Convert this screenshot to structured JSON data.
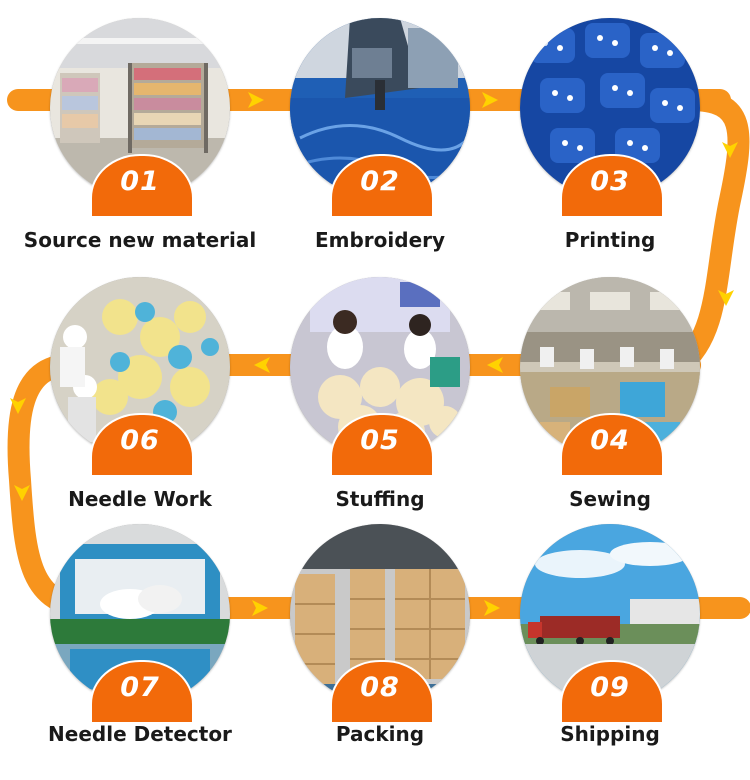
{
  "flow": {
    "accent_color": "#f7941d",
    "badge_color": "#f26a0a",
    "arrow_color": "#ffd200"
  },
  "steps": [
    {
      "number": "01",
      "label": "Source new material",
      "photo": "fabric-warehouse-photo"
    },
    {
      "number": "02",
      "label": "Embroidery",
      "photo": "embroidery-machine-photo"
    },
    {
      "number": "03",
      "label": "Printing",
      "photo": "printed-fabric-pieces-photo"
    },
    {
      "number": "04",
      "label": "Sewing",
      "photo": "sewing-workshop-photo"
    },
    {
      "number": "05",
      "label": "Stuffing",
      "photo": "stuffing-station-photo"
    },
    {
      "number": "06",
      "label": "Needle Work",
      "photo": "hand-finishing-photo"
    },
    {
      "number": "07",
      "label": "Needle Detector",
      "photo": "needle-detector-machine-photo"
    },
    {
      "number": "08",
      "label": "Packing",
      "photo": "carton-warehouse-photo"
    },
    {
      "number": "09",
      "label": "Shipping",
      "photo": "container-truck-photo"
    }
  ]
}
